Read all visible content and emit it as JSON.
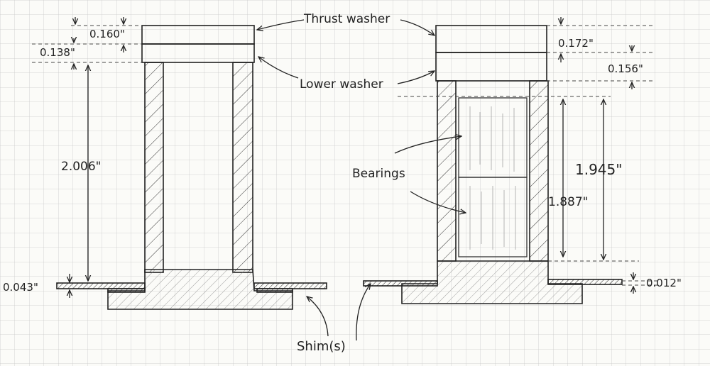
{
  "labels": {
    "thrust_washer": "Thrust washer",
    "lower_washer": "Lower washer",
    "bearings": "Bearings",
    "shims": "Shim(s)"
  },
  "left_assembly": {
    "thrust_washer_thickness": "0.160\"",
    "lower_washer_thickness": "0.138\"",
    "bore_height": "2.006\"",
    "shim_thickness": "0.043\""
  },
  "right_assembly": {
    "thrust_washer_thickness": "0.172\"",
    "lower_washer_thickness": "0.156\"",
    "overall_height": "1.945\"",
    "bearing_height": "1.887\"",
    "shim_thickness": "0.012\""
  },
  "colors": {
    "ink": "#222222",
    "grid": "#c9c9c9",
    "paper": "#fbfbf8"
  }
}
